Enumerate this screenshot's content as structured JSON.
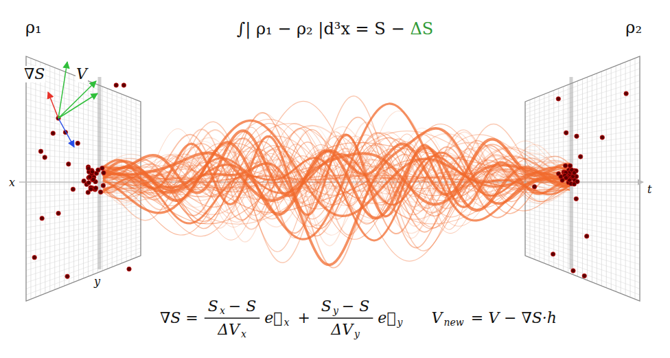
{
  "diagram": {
    "labels": [
      "ρ₁",
      "ρ₂",
      "∫| ρ₁ − ρ₂ |d³x = S −",
      "ΔS",
      "∇S",
      "V",
      "x",
      "y",
      "t",
      "∇S =",
      "S",
      "x",
      "− S",
      "ΔV",
      "x",
      "e⃗",
      "x",
      "+",
      "S",
      "y",
      "− S",
      "ΔV",
      "y",
      "e⃗",
      "y",
      "V",
      "new",
      "= V − ∇S·h"
    ]
  }
}
